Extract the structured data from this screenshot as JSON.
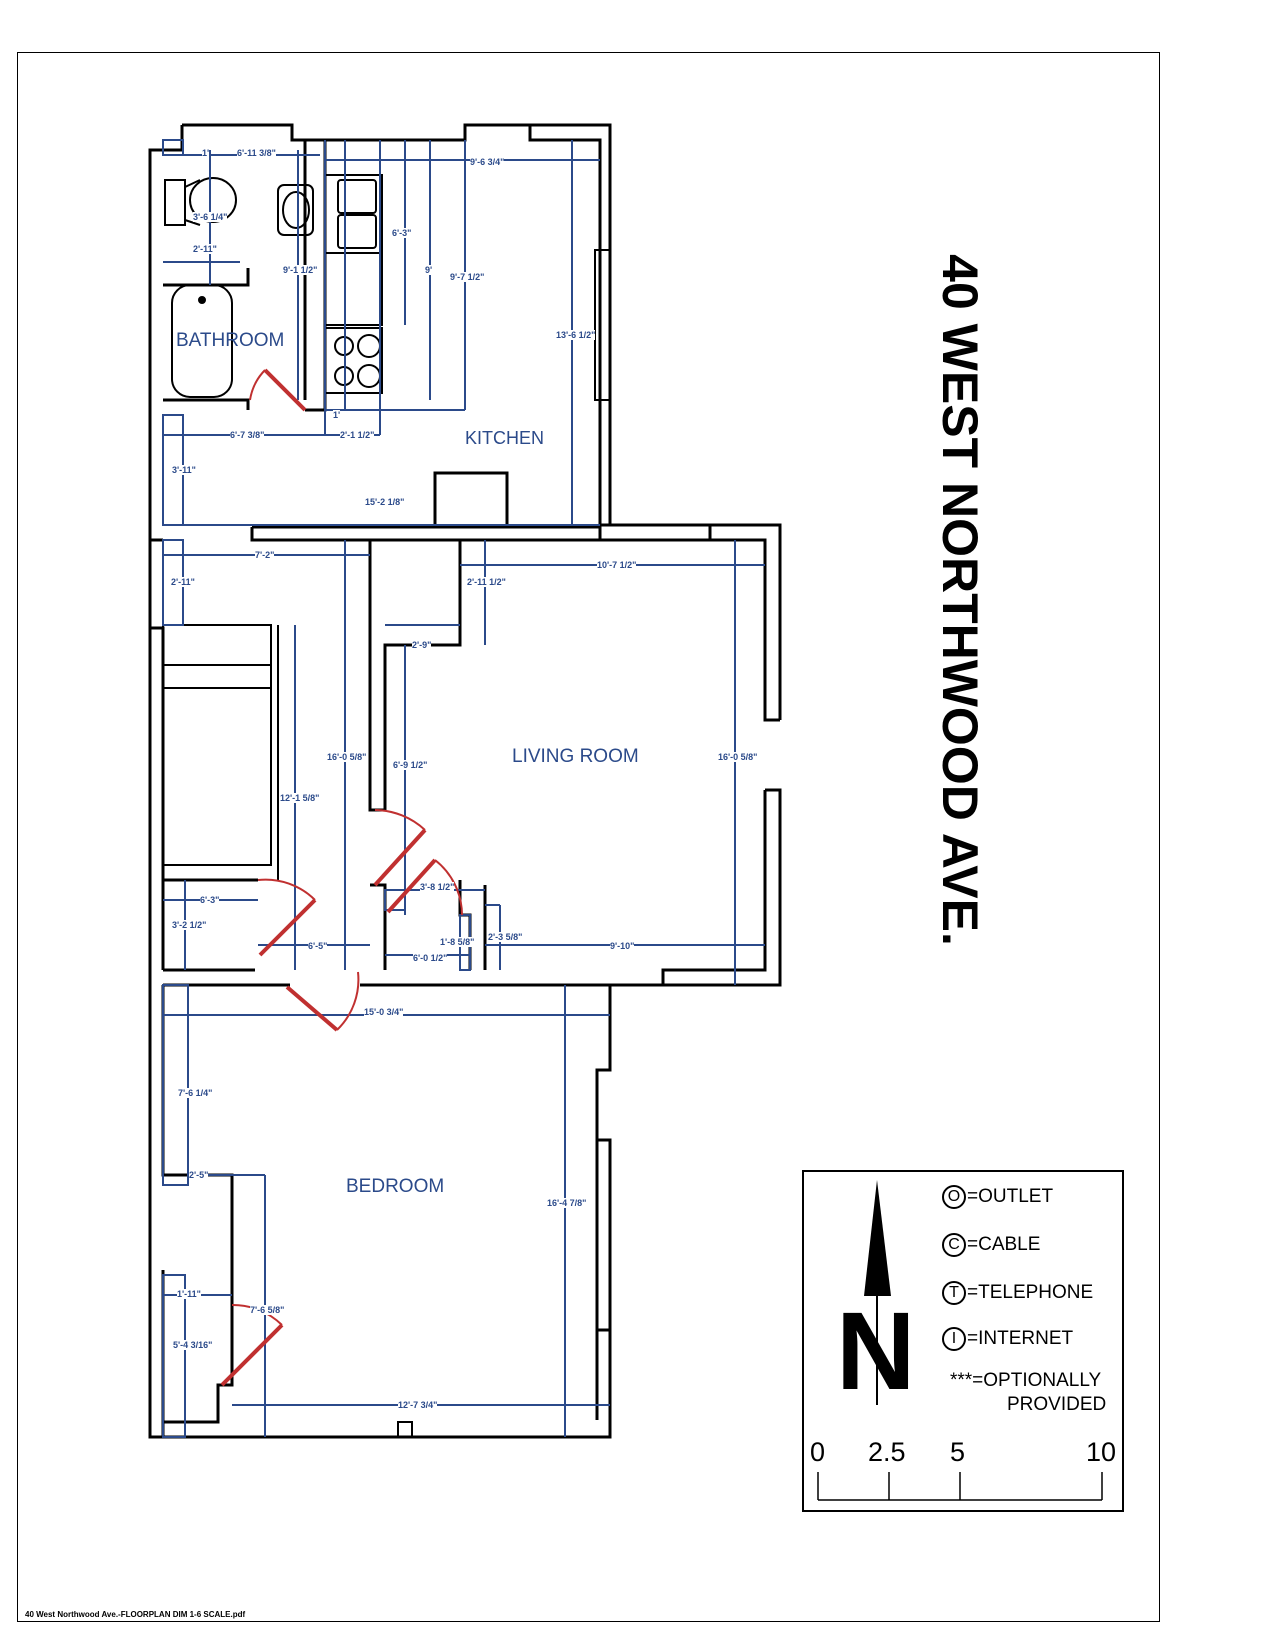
{
  "document": {
    "address_title": "40 WEST NORTHWOOD AVE.",
    "footer_filename": "40 West Northwood Ave.-FLOORPLAN DIM 1-6 SCALE.pdf"
  },
  "rooms": {
    "bathroom": "BATHROOM",
    "kitchen": "KITCHEN",
    "living_room": "LIVING ROOM",
    "bedroom": "BEDROOM"
  },
  "dimensions": {
    "bath_top_small": "1'",
    "bath_top_width": "6'-11 3/8\"",
    "bath_toilet": "3'-6 1/4\"",
    "bath_vanity": "2'-11\"",
    "bath_height": "9'-1 1/2\"",
    "kitchen_top": "9'-6 3/4\"",
    "kitchen_counter": "6'-3\"",
    "kitchen_9ft": "9'",
    "kitchen_depth": "9'-7 1/2\"",
    "kitchen_right": "13'-6 1/2\"",
    "hall_width": "6'-7 3/8\"",
    "counter_width": "2'-1 1/2\"",
    "counter_1ft": "1'",
    "hall_3_11": "3'-11\"",
    "kitchen_full": "15'-2 1/8\"",
    "hall_7_2": "7'-2\"",
    "hall_2_11": "2'-11\"",
    "living_top": "10'-7 1/2\"",
    "living_notch_v": "2'-11 1/2\"",
    "living_notch_h": "2'-9\"",
    "hall_long": "16'-0 5/8\"",
    "living_left": "6'-9 1/2\"",
    "living_right": "16'-0 5/8\"",
    "stair": "12'-1 5/8\"",
    "closet_w": "6'-3\"",
    "closet_h": "3'-2 1/2\"",
    "hall_6_5": "6'-5\"",
    "living_closet": "3'-8 1/2\"",
    "living_closet_small": "1'-8 5/8\"",
    "living_closet_w": "6'-0 1/2\"",
    "living_bottom_notch": "2'-3 5/8\"",
    "living_bottom": "9'-10\"",
    "bed_top": "15'-0 3/4\"",
    "bed_left": "7'-6 1/4\"",
    "bed_notch": "2'-5\"",
    "bed_right": "16'-4 7/8\"",
    "bed_closet_w": "1'-11\"",
    "bed_closet_h": "5'-4 3/16\"",
    "bed_door": "7'-6 5/8\"",
    "bed_bottom": "12'-7 3/4\""
  },
  "legend": {
    "items": [
      {
        "symbol": "O",
        "label": "=OUTLET"
      },
      {
        "symbol": "C",
        "label": "=CABLE"
      },
      {
        "symbol": "T",
        "label": "=TELEPHONE"
      },
      {
        "symbol": "I",
        "label": "=INTERNET"
      }
    ],
    "optional_line1": "***=OPTIONALLY",
    "optional_line2": "PROVIDED",
    "north_label": "N",
    "scale_ticks": [
      "0",
      "2.5",
      "5",
      "10"
    ]
  },
  "colors": {
    "dimension": "#2b4a8a",
    "wall": "#000000",
    "door": "#c03030"
  }
}
